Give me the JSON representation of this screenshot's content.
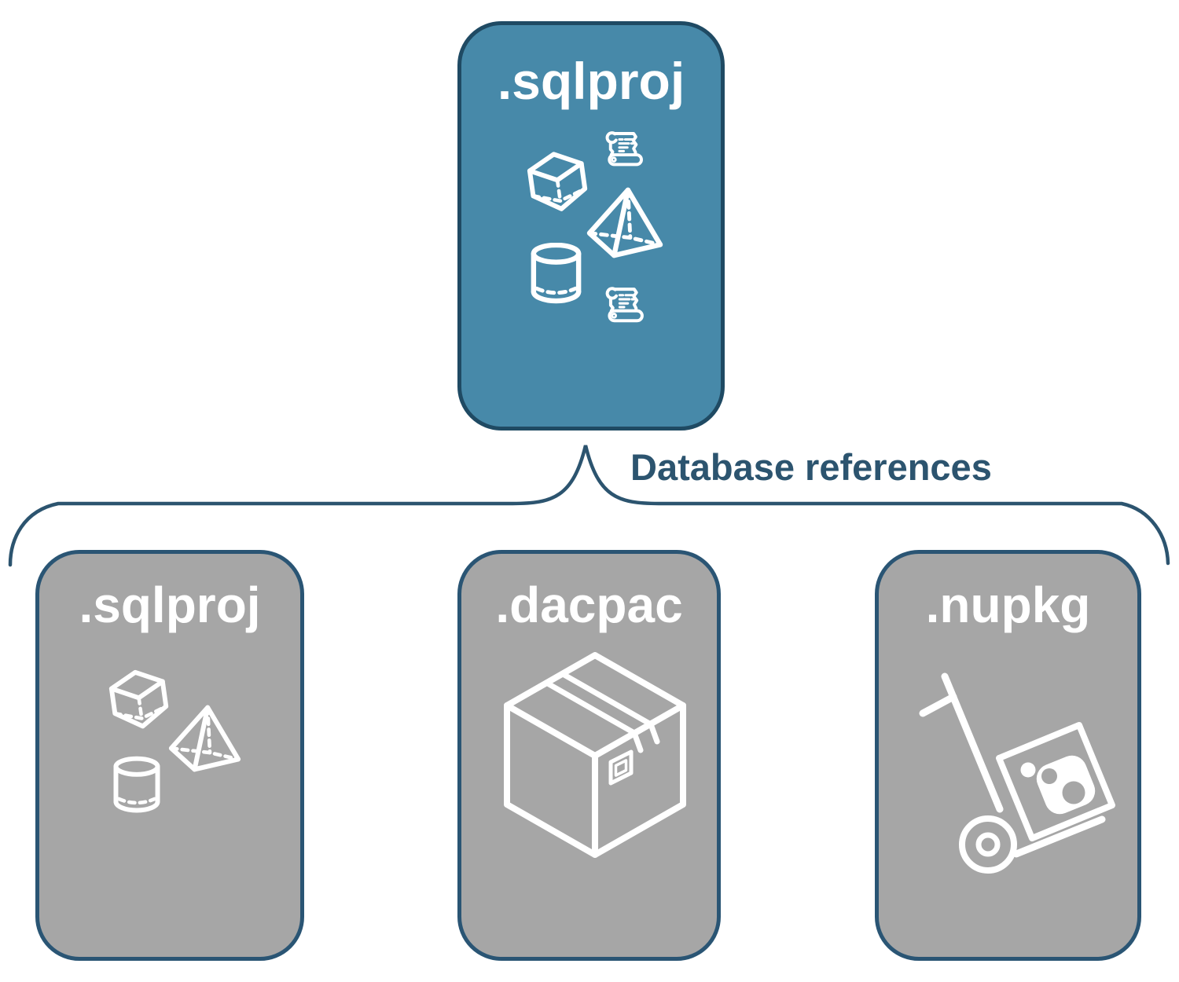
{
  "connector": {
    "label": "Database references"
  },
  "nodes": {
    "root": {
      "label": ".sqlproj",
      "icons": [
        "cube-icon",
        "script-scroll-icon",
        "pyramid-icon",
        "cylinder-icon",
        "script-scroll-icon"
      ]
    },
    "children": [
      {
        "label": ".sqlproj",
        "icons": [
          "cube-icon",
          "pyramid-icon",
          "cylinder-icon"
        ]
      },
      {
        "label": ".dacpac",
        "icons": [
          "package-box-icon"
        ]
      },
      {
        "label": ".nupkg",
        "icons": [
          "hand-truck-icon",
          "nuget-package-icon"
        ]
      }
    ]
  },
  "colors": {
    "root_fill": "#4789A9",
    "root_border": "#1F4A63",
    "child_fill": "#A6A6A6",
    "child_border": "#2A5574",
    "connector_line": "#2C546F",
    "icon_color": "#FFFFFF",
    "background": "#FFFFFF"
  }
}
